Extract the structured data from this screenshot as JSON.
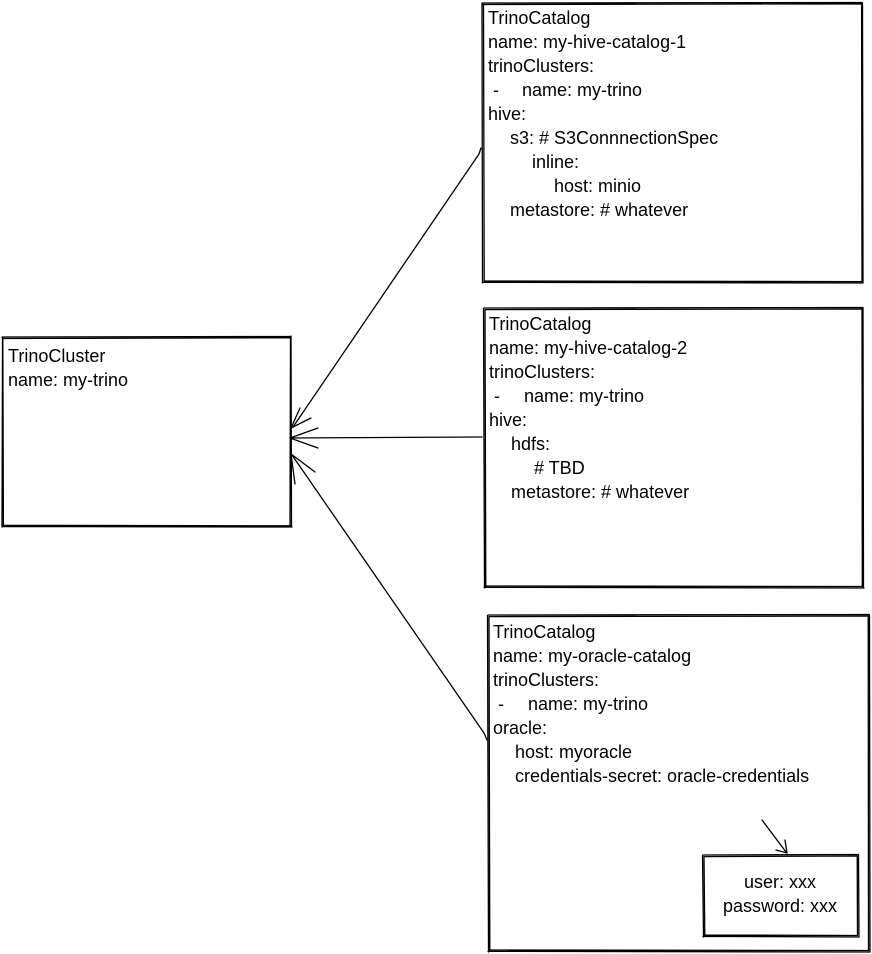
{
  "cluster": {
    "lines": [
      "TrinoCluster",
      "name: my-trino"
    ]
  },
  "catalog1": {
    "lines": [
      "TrinoCatalog",
      "name: my-hive-catalog-1",
      "trinoClusters:",
      "-",
      "name: my-trino",
      "hive:",
      "s3: # S3ConnnectionSpec",
      "inline:",
      "host: minio",
      "metastore: # whatever"
    ]
  },
  "catalog2": {
    "lines": [
      "TrinoCatalog",
      "name: my-hive-catalog-2",
      "trinoClusters:",
      "-",
      "name: my-trino",
      "hive:",
      "hdfs:",
      "# TBD",
      "metastore: # whatever"
    ]
  },
  "catalog3": {
    "lines": [
      "TrinoCatalog",
      "name: my-oracle-catalog",
      "trinoClusters:",
      "-",
      "name: my-trino",
      "oracle:",
      "host: myoracle",
      "credentials-secret: oracle-credentials"
    ]
  },
  "secret": {
    "lines": [
      "user: xxx",
      "password: xxx"
    ]
  }
}
